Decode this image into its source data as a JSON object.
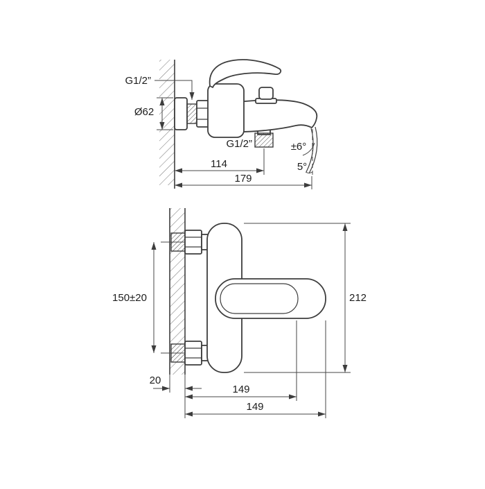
{
  "drawing": {
    "type": "technical-drawing",
    "subject": "wall-mounted bath mixer tap, side view and front view with dimensions",
    "colors": {
      "ink": "#3d3d3d",
      "dimension_line": "#474747",
      "text": "#1d1d1d",
      "background": "#ffffff"
    },
    "side_view": {
      "labels": {
        "thread_wall": "G1/2”",
        "flange_diameter": "Ø62",
        "thread_shower": "G1/2”",
        "outlet_offset": "114",
        "spout_reach": "179",
        "stream_angle_tolerance": "±6°",
        "stream_angle": "5°"
      }
    },
    "front_view": {
      "labels": {
        "mounting_distance": "150±20",
        "total_height": "212",
        "wall_thickness": "20",
        "reach_inner": "149",
        "reach_outer": "149"
      }
    }
  }
}
